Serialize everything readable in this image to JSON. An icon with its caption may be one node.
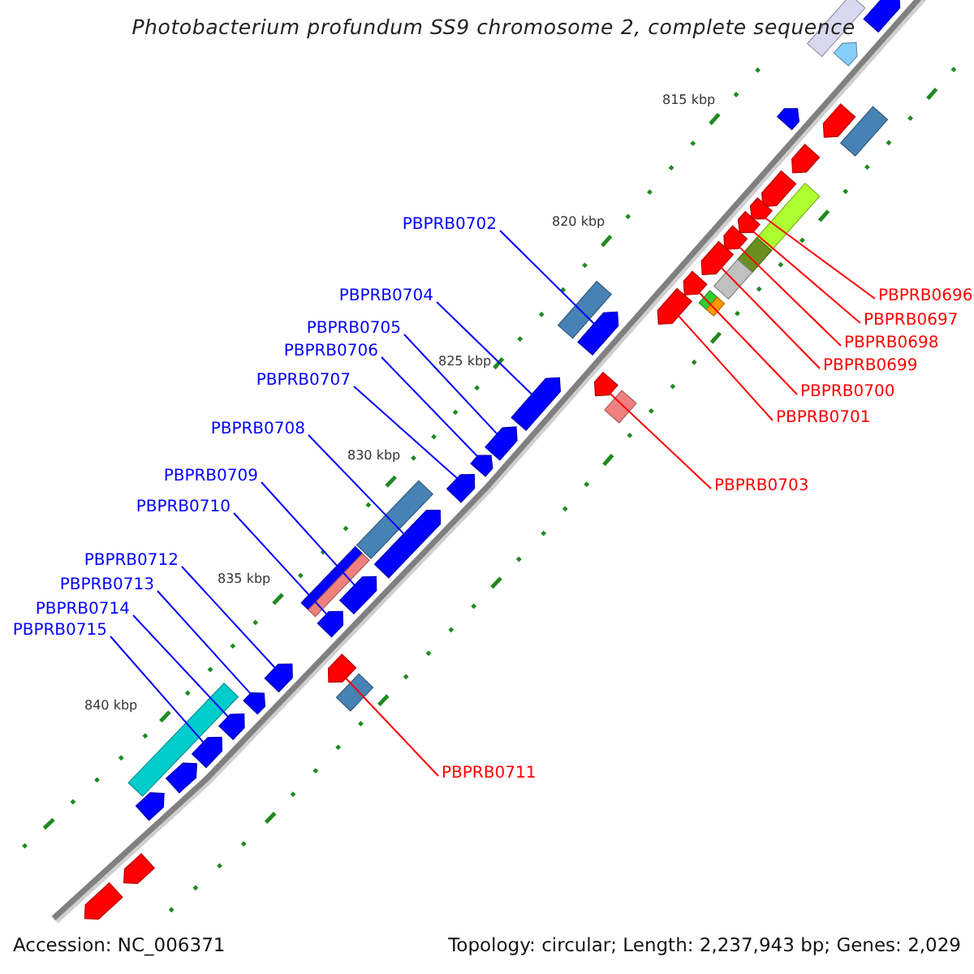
{
  "diagram": {
    "title": "Photobacterium profundum SS9 chromosome 2, complete sequence",
    "nodes": [
      {
        "text": [
          "PBPRB0702"
        ]
      },
      {
        "text": [
          "PBPRB0704"
        ]
      },
      {
        "text": [
          "PBPRB0696"
        ]
      },
      {
        "text": [
          "PBPRB0697"
        ]
      },
      {
        "text": [
          "PBPRB0705"
        ]
      },
      {
        "text": [
          "PBPRB0698"
        ]
      },
      {
        "text": [
          "PBPRB0706"
        ]
      },
      {
        "text": [
          "PBPRB0699"
        ]
      },
      {
        "text": [
          "PBPRB0707"
        ]
      },
      {
        "text": [
          "PBPRB0700"
        ]
      },
      {
        "text": [
          "PBPRB0701"
        ]
      },
      {
        "text": [
          "PBPRB0708"
        ]
      },
      {
        "text": [
          "PBPRB0709"
        ]
      },
      {
        "text": [
          "PBPRB0703"
        ]
      },
      {
        "text": [
          "PBPRB0710"
        ]
      },
      {
        "text": [
          "PBPRB0712"
        ]
      },
      {
        "text": [
          "PBPRB0713"
        ]
      },
      {
        "text": [
          "PBPRB0714"
        ]
      },
      {
        "text": [
          "PBPRB0715"
        ]
      },
      {
        "text": [
          "PBPRB0711"
        ]
      },
      {
        "text": [],
        "shape": "bar"
      },
      {
        "text": [],
        "shape": "bar"
      },
      {
        "text": [],
        "shape": "bar"
      },
      {
        "text": [],
        "shape": "bar"
      },
      {
        "text": [],
        "shape": "bar"
      },
      {
        "text": [],
        "shape": "bar"
      },
      {
        "text": [],
        "shape": "bar"
      },
      {
        "text": [],
        "shape": "bar"
      },
      {
        "text": [],
        "shape": "bar"
      },
      {
        "text": [],
        "shape": "bar"
      },
      {
        "text": [],
        "shape": "bar"
      },
      {
        "text": [],
        "shape": "bar"
      },
      {
        "text": [],
        "shape": "bar"
      },
      {
        "text": [],
        "shape": "bar"
      },
      {
        "text": [],
        "shape": "bar"
      },
      {
        "text": [],
        "shape": "bar"
      },
      {
        "text": [],
        "shape": "bar"
      },
      {
        "text": [],
        "shape": "bar"
      },
      {
        "text": [],
        "shape": "bar"
      },
      {
        "text": [],
        "shape": "bar"
      },
      {
        "text": [],
        "shape": "bar"
      },
      {
        "text": [],
        "shape": "bar"
      },
      {
        "text": [],
        "shape": "bar"
      },
      {
        "text": [],
        "shape": "bar"
      },
      {
        "text": [],
        "shape": "bar"
      },
      {
        "text": [],
        "shape": "bar"
      },
      {
        "text": [],
        "shape": "bar"
      },
      {
        "text": [],
        "shape": "bar"
      },
      {
        "text": [],
        "shape": "bar"
      },
      {
        "text": [],
        "shape": "bar"
      },
      {
        "text": [],
        "shape": "bar"
      },
      {
        "text": [],
        "shape": "bar"
      },
      {
        "text": [],
        "shape": "bar"
      },
      {
        "text": [],
        "shape": "bar"
      },
      {
        "text": [],
        "shape": "bar"
      },
      {
        "text": [],
        "shape": "bar"
      },
      {
        "text": [],
        "shape": "bar"
      },
      {
        "text": [],
        "shape": "bar"
      },
      {
        "text": [],
        "shape": "bar"
      },
      {
        "text": [],
        "shape": "bar"
      },
      {
        "text": [],
        "shape": "bar"
      },
      {
        "text": [],
        "shape": "bar"
      },
      {
        "text": [],
        "shape": "bar"
      },
      {
        "text": [],
        "shape": "bar"
      }
    ],
    "edges": [
      {
        "from": 0,
        "to": 40,
        "arrow": "none"
      },
      {
        "from": 1,
        "to": 42,
        "arrow": "none"
      },
      {
        "from": 2,
        "to": 28,
        "arrow": "none",
        "color": "#ff0000"
      },
      {
        "from": 3,
        "to": 30,
        "arrow": "none",
        "color": "#ff0000"
      },
      {
        "from": 4,
        "to": 44,
        "arrow": "none"
      },
      {
        "from": 5,
        "to": 31,
        "arrow": "none",
        "color": "#ff0000"
      },
      {
        "from": 6,
        "to": 45,
        "arrow": "none"
      },
      {
        "from": 7,
        "to": 33,
        "arrow": "none",
        "color": "#ff0000"
      },
      {
        "from": 8,
        "to": 46,
        "arrow": "none"
      },
      {
        "from": 9,
        "to": 35,
        "arrow": "none",
        "color": "#ff0000"
      },
      {
        "from": 10,
        "to": 39,
        "arrow": "none",
        "color": "#ff0000"
      },
      {
        "from": 11,
        "to": 48,
        "arrow": "none"
      },
      {
        "from": 12,
        "to": 51,
        "arrow": "none"
      },
      {
        "from": 13,
        "to": 41,
        "arrow": "none",
        "color": "#ff0000"
      },
      {
        "from": 14,
        "to": 52,
        "arrow": "none"
      },
      {
        "from": 15,
        "to": 53,
        "arrow": "none"
      },
      {
        "from": 16,
        "to": 55,
        "arrow": "none"
      },
      {
        "from": 17,
        "to": 57,
        "arrow": "none"
      },
      {
        "from": 18,
        "to": 59,
        "arrow": "none"
      },
      {
        "from": 19,
        "to": 54,
        "arrow": "none",
        "color": "#ff0000"
      }
    ],
    "labels": [
      "815 kbp",
      "820 kbp",
      "825 kbp",
      "830 kbp",
      "835 kbp",
      "840 kbp",
      "Accession: NC_006371",
      "Topology: circular; Length: 2,237,943 bp; Genes: 2,029"
    ]
  }
}
